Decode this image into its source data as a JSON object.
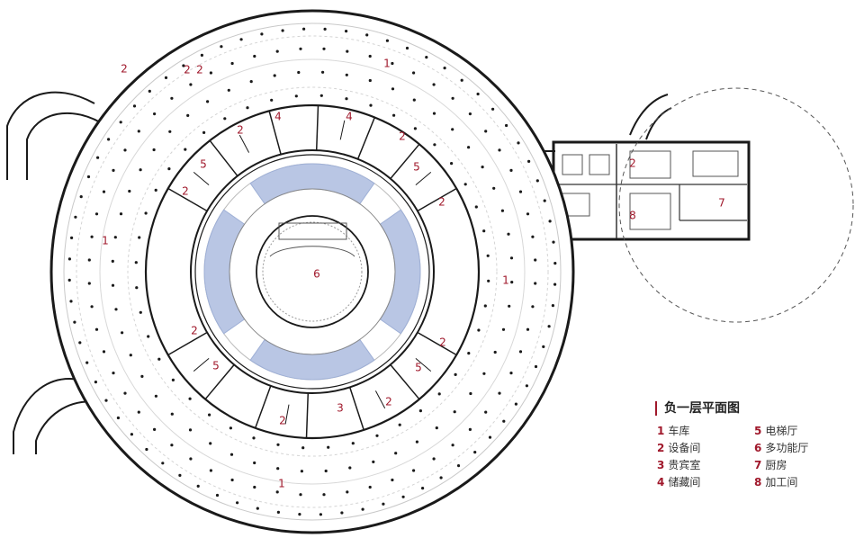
{
  "legend": {
    "title": "负一层平面图",
    "items": [
      {
        "num": "1",
        "label": "车库"
      },
      {
        "num": "2",
        "label": "设备间"
      },
      {
        "num": "3",
        "label": "贵宾室"
      },
      {
        "num": "4",
        "label": "储藏间"
      },
      {
        "num": "5",
        "label": "电梯厅"
      },
      {
        "num": "6",
        "label": "多功能厅"
      },
      {
        "num": "7",
        "label": "厨房"
      },
      {
        "num": "8",
        "label": "加工间"
      }
    ]
  },
  "zone_labels": [
    "1",
    "1",
    "1",
    "1",
    "2",
    "2",
    "2",
    "2",
    "2",
    "2",
    "2",
    "2",
    "2",
    "2",
    "2",
    "2",
    "3",
    "4",
    "4",
    "5",
    "5",
    "5",
    "5",
    "6",
    "7",
    "8"
  ],
  "colors": {
    "label": "#a0182b",
    "wall": "#1a1a1a",
    "skylight": "#b9c6e4"
  }
}
